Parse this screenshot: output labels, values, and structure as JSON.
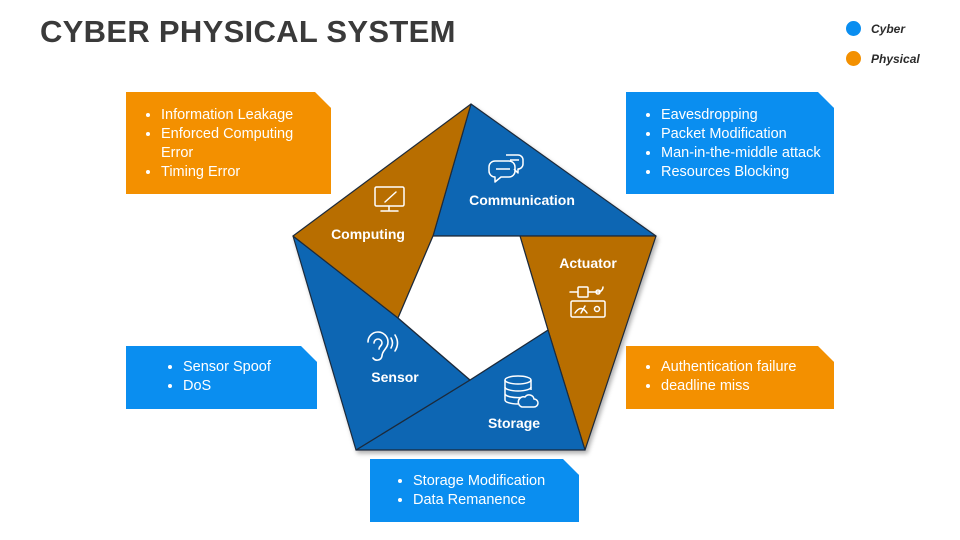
{
  "title": "CYBER PHYSICAL SYSTEM",
  "legend": [
    {
      "label": "Cyber",
      "color": "#0a8ef0"
    },
    {
      "label": "Physical",
      "color": "#f39000"
    }
  ],
  "colors": {
    "cyber_segment": "#0b66b3",
    "physical_segment": "#b86e00",
    "cyber_box": "#0a8ef0",
    "physical_box": "#f39000"
  },
  "segments": {
    "computing": {
      "label": "Computing",
      "icon": "monitor-icon",
      "type": "physical"
    },
    "communication": {
      "label": "Communication",
      "icon": "chat-icon",
      "type": "cyber"
    },
    "actuator": {
      "label": "Actuator",
      "icon": "actuator-device-icon",
      "type": "physical"
    },
    "storage": {
      "label": "Storage",
      "icon": "database-cloud-icon",
      "type": "cyber"
    },
    "sensor": {
      "label": "Sensor",
      "icon": "ear-icon",
      "type": "cyber"
    }
  },
  "threats": {
    "computing": [
      "Information Leakage",
      "Enforced Computing Error",
      "Timing Error"
    ],
    "communication": [
      "Eavesdropping",
      "Packet Modification",
      "Man-in-the-middle attack",
      "Resources Blocking"
    ],
    "actuator": [
      "Authentication failure",
      "deadline miss"
    ],
    "storage": [
      "Storage Modification",
      "Data Remanence"
    ],
    "sensor": [
      "Sensor Spoof",
      "DoS"
    ]
  }
}
